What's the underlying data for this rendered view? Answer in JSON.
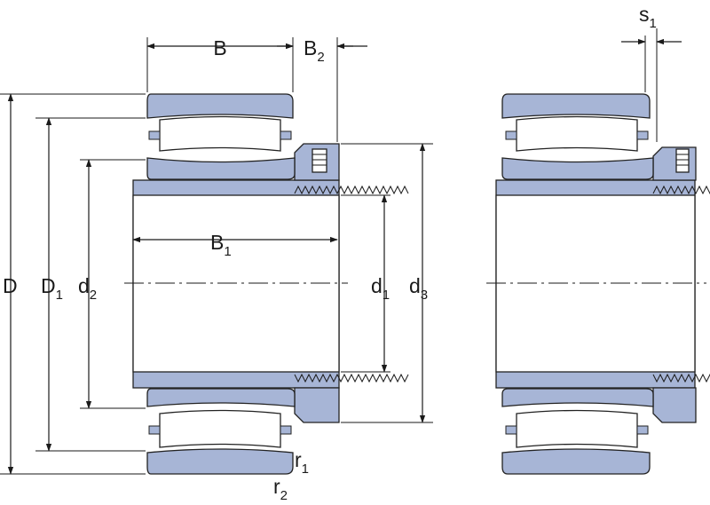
{
  "title": "",
  "labels": {
    "B": {
      "main": "B",
      "sub": ""
    },
    "B2": {
      "main": "B",
      "sub": "2"
    },
    "B1": {
      "main": "B",
      "sub": "1"
    },
    "D": {
      "main": "D",
      "sub": ""
    },
    "D1": {
      "main": "D",
      "sub": "1"
    },
    "d2": {
      "main": "d",
      "sub": "2"
    },
    "d1": {
      "main": "d",
      "sub": "1"
    },
    "d3": {
      "main": "d",
      "sub": "3"
    },
    "s1": {
      "main": "s",
      "sub": "1"
    },
    "r1": {
      "main": "r",
      "sub": "1"
    },
    "r2": {
      "main": "r",
      "sub": "2"
    }
  },
  "colors": {
    "part_fill": "#a7b5d6",
    "outline": "#222222",
    "background": "#ffffff"
  }
}
